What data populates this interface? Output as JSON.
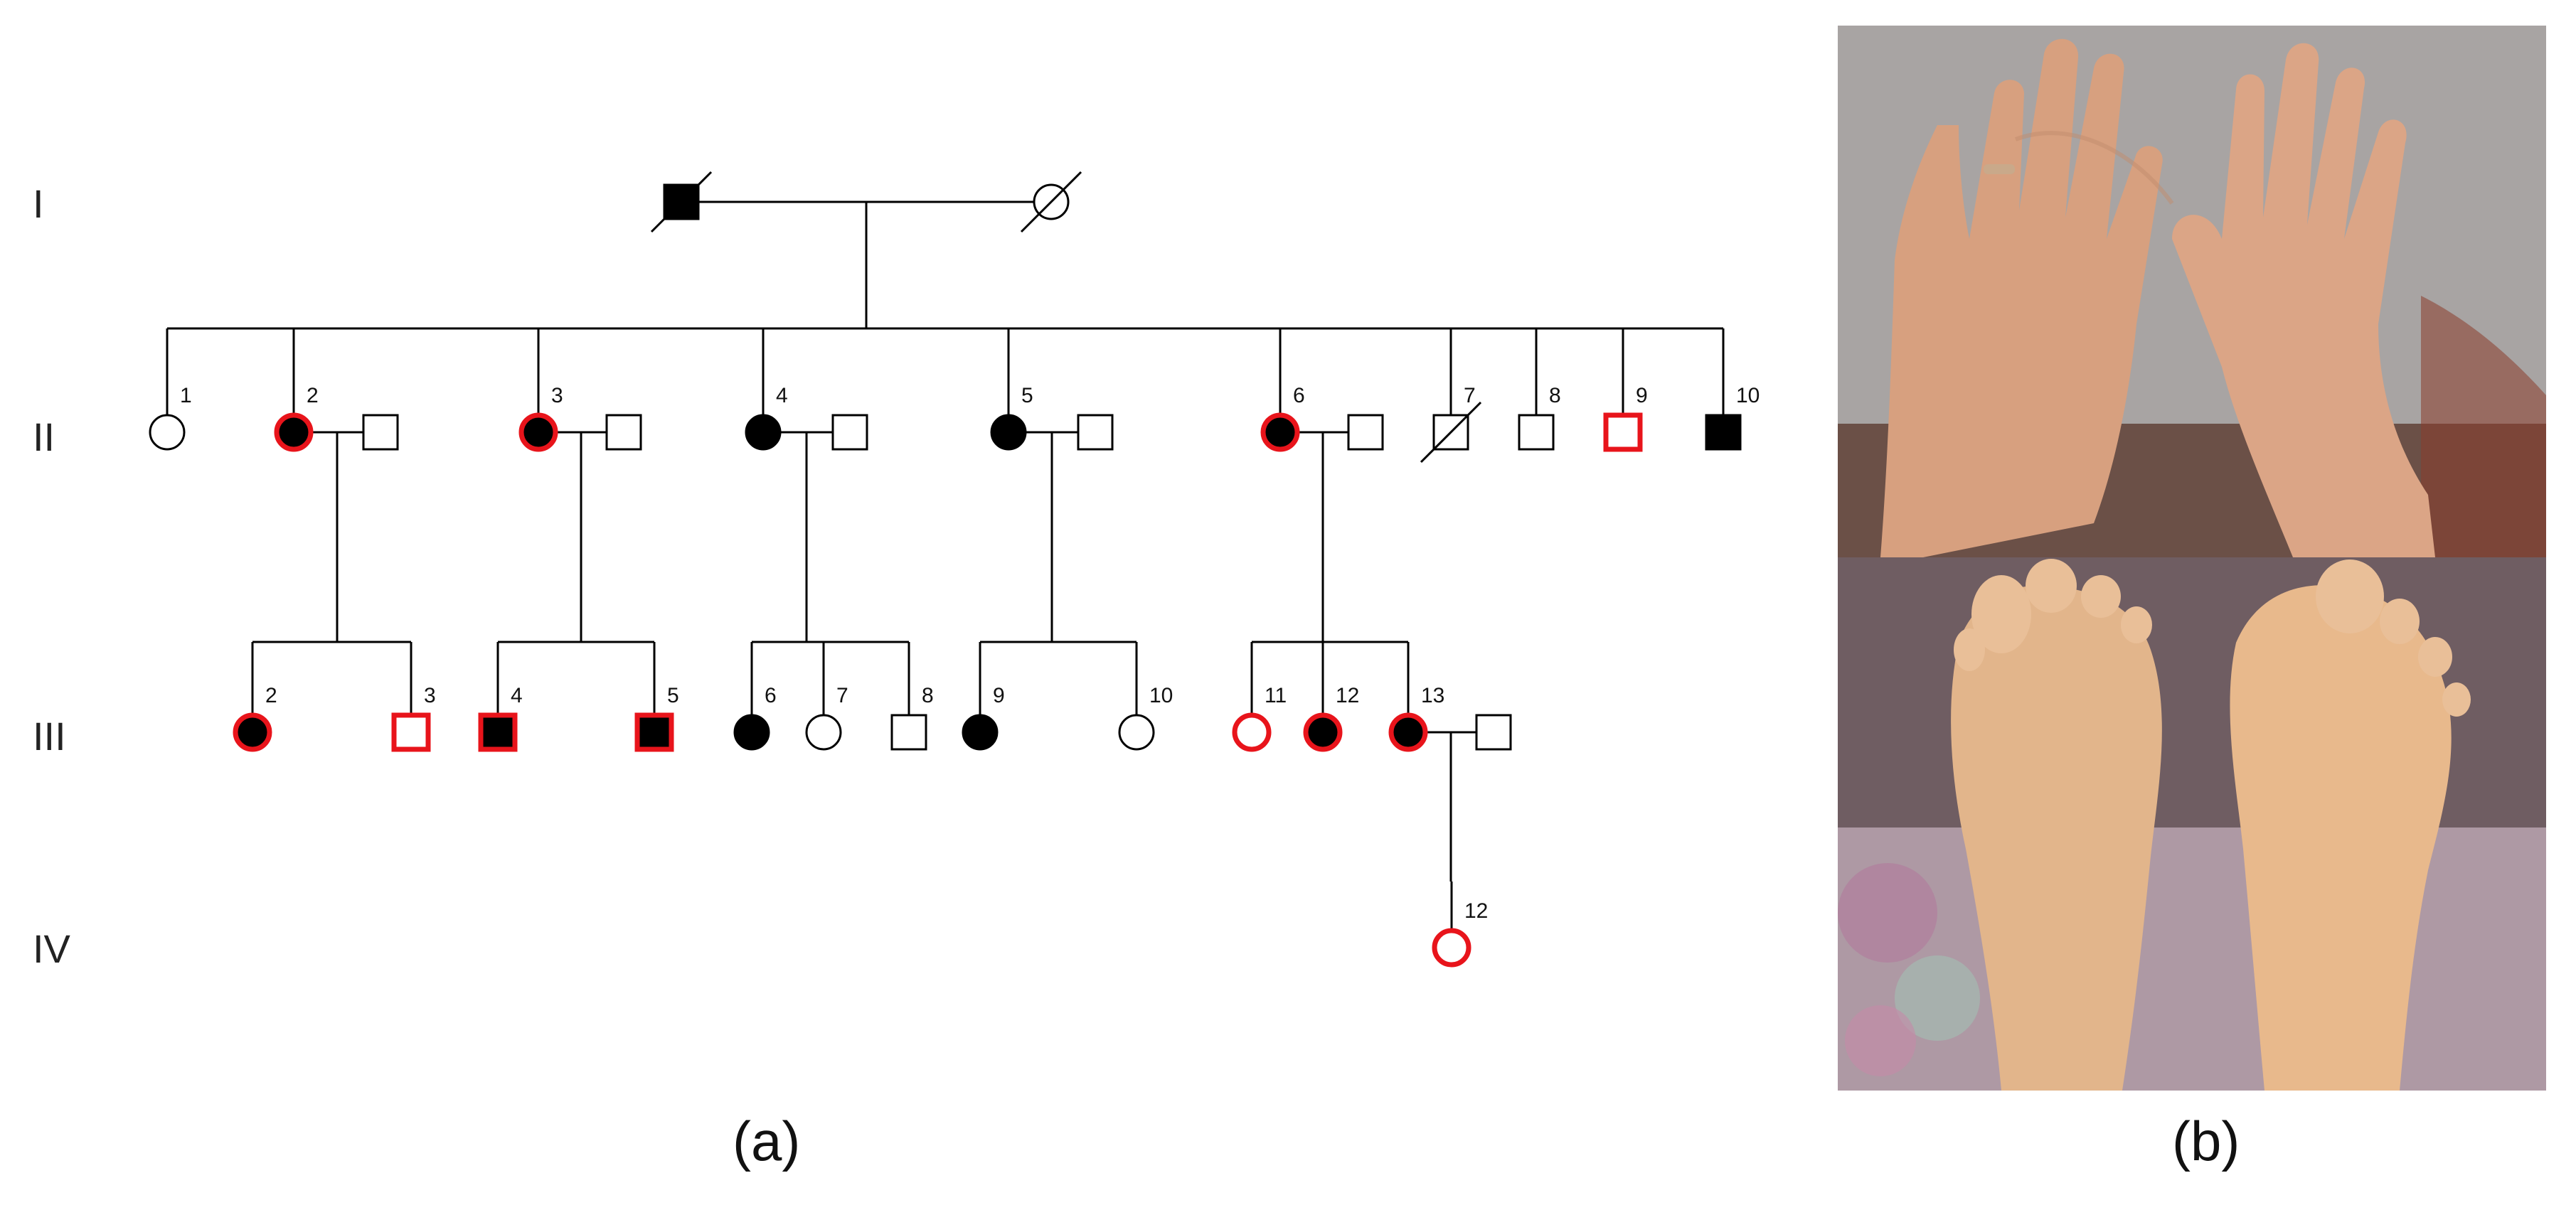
{
  "panels": {
    "a_label": "(a)",
    "b_label": "(b)"
  },
  "generations": [
    "I",
    "II",
    "III",
    "IV"
  ],
  "colors": {
    "line": "#000000",
    "affected_fill": "#000000",
    "highlight_outline": "#e8141b",
    "unaffected_fill": "#ffffff"
  },
  "pedigree": {
    "legend": "none shown",
    "symbols_meaning": {
      "square": "male",
      "circle": "female",
      "filled": "affected",
      "red_outline": "highlighted individual",
      "slash": "deceased"
    },
    "individuals": [
      {
        "key": "I-1",
        "gen": "I",
        "id": "",
        "sex": "male",
        "affected": true,
        "red": false,
        "deceased": true
      },
      {
        "key": "I-2",
        "gen": "I",
        "id": "",
        "sex": "female",
        "affected": false,
        "red": false,
        "deceased": true
      },
      {
        "key": "II-1",
        "gen": "II",
        "id": "1",
        "sex": "female",
        "affected": false,
        "red": false,
        "deceased": false
      },
      {
        "key": "II-2",
        "gen": "II",
        "id": "2",
        "sex": "female",
        "affected": true,
        "red": true,
        "deceased": false
      },
      {
        "key": "II-2s",
        "gen": "II",
        "id": "",
        "sex": "male",
        "affected": false,
        "red": false,
        "deceased": false
      },
      {
        "key": "II-3",
        "gen": "II",
        "id": "3",
        "sex": "female",
        "affected": true,
        "red": true,
        "deceased": false
      },
      {
        "key": "II-3s",
        "gen": "II",
        "id": "",
        "sex": "male",
        "affected": false,
        "red": false,
        "deceased": false
      },
      {
        "key": "II-4",
        "gen": "II",
        "id": "4",
        "sex": "female",
        "affected": true,
        "red": false,
        "deceased": false
      },
      {
        "key": "II-4s",
        "gen": "II",
        "id": "",
        "sex": "male",
        "affected": false,
        "red": false,
        "deceased": false
      },
      {
        "key": "II-5",
        "gen": "II",
        "id": "5",
        "sex": "female",
        "affected": true,
        "red": false,
        "deceased": false
      },
      {
        "key": "II-5s",
        "gen": "II",
        "id": "",
        "sex": "male",
        "affected": false,
        "red": false,
        "deceased": false
      },
      {
        "key": "II-6",
        "gen": "II",
        "id": "6",
        "sex": "female",
        "affected": true,
        "red": true,
        "deceased": false
      },
      {
        "key": "II-6s",
        "gen": "II",
        "id": "",
        "sex": "male",
        "affected": false,
        "red": false,
        "deceased": false
      },
      {
        "key": "II-7",
        "gen": "II",
        "id": "7",
        "sex": "male",
        "affected": false,
        "red": false,
        "deceased": true
      },
      {
        "key": "II-8",
        "gen": "II",
        "id": "8",
        "sex": "male",
        "affected": false,
        "red": false,
        "deceased": false
      },
      {
        "key": "II-9",
        "gen": "II",
        "id": "9",
        "sex": "male",
        "affected": false,
        "red": true,
        "deceased": false
      },
      {
        "key": "II-10",
        "gen": "II",
        "id": "10",
        "sex": "male",
        "affected": true,
        "red": false,
        "deceased": false
      },
      {
        "key": "III-2",
        "gen": "III",
        "id": "2",
        "sex": "female",
        "affected": true,
        "red": true,
        "deceased": false
      },
      {
        "key": "III-3",
        "gen": "III",
        "id": "3",
        "sex": "male",
        "affected": false,
        "red": true,
        "deceased": false
      },
      {
        "key": "III-4",
        "gen": "III",
        "id": "4",
        "sex": "male",
        "affected": true,
        "red": true,
        "deceased": false
      },
      {
        "key": "III-5",
        "gen": "III",
        "id": "5",
        "sex": "male",
        "affected": true,
        "red": true,
        "deceased": false
      },
      {
        "key": "III-6",
        "gen": "III",
        "id": "6",
        "sex": "female",
        "affected": true,
        "red": false,
        "deceased": false
      },
      {
        "key": "III-7",
        "gen": "III",
        "id": "7",
        "sex": "female",
        "affected": false,
        "red": false,
        "deceased": false
      },
      {
        "key": "III-8",
        "gen": "III",
        "id": "8",
        "sex": "male",
        "affected": false,
        "red": false,
        "deceased": false
      },
      {
        "key": "III-9",
        "gen": "III",
        "id": "9",
        "sex": "female",
        "affected": true,
        "red": false,
        "deceased": false
      },
      {
        "key": "III-10",
        "gen": "III",
        "id": "10",
        "sex": "female",
        "affected": false,
        "red": false,
        "deceased": false
      },
      {
        "key": "III-11",
        "gen": "III",
        "id": "11",
        "sex": "female",
        "affected": false,
        "red": true,
        "deceased": false
      },
      {
        "key": "III-12",
        "gen": "III",
        "id": "12",
        "sex": "female",
        "affected": true,
        "red": true,
        "deceased": false
      },
      {
        "key": "III-13",
        "gen": "III",
        "id": "13",
        "sex": "female",
        "affected": true,
        "red": true,
        "deceased": false
      },
      {
        "key": "III-13s",
        "gen": "III",
        "id": "",
        "sex": "male",
        "affected": false,
        "red": false,
        "deceased": false
      },
      {
        "key": "IV-12",
        "gen": "IV",
        "id": "12",
        "sex": "female",
        "affected": false,
        "red": true,
        "deceased": false
      }
    ],
    "couples": [
      {
        "a": "I-1",
        "b": "I-2",
        "children": [
          "II-1",
          "II-2",
          "II-3",
          "II-4",
          "II-5",
          "II-6",
          "II-7",
          "II-8",
          "II-9",
          "II-10"
        ]
      },
      {
        "a": "II-2",
        "b": "II-2s",
        "children": [
          "III-2",
          "III-3"
        ]
      },
      {
        "a": "II-3",
        "b": "II-3s",
        "children": [
          "III-4",
          "III-5"
        ]
      },
      {
        "a": "II-4",
        "b": "II-4s",
        "children": [
          "III-6",
          "III-7",
          "III-8"
        ]
      },
      {
        "a": "II-5",
        "b": "II-5s",
        "children": [
          "III-9",
          "III-10"
        ]
      },
      {
        "a": "II-6",
        "b": "II-6s",
        "children": [
          "III-11",
          "III-12",
          "III-13"
        ]
      },
      {
        "a": "III-13",
        "b": "III-13s",
        "children": [
          "IV-12"
        ]
      }
    ]
  },
  "photos": [
    {
      "name": "palms-photo",
      "depicts": "two palms facing the viewer"
    },
    {
      "name": "soles-photo",
      "depicts": "soles of two feet"
    }
  ]
}
